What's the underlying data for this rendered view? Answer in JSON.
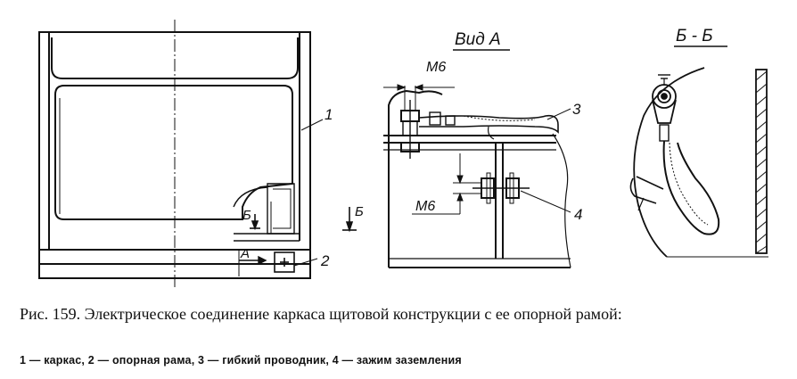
{
  "views": {
    "main": {
      "label_1": "1",
      "label_2": "2",
      "section_mark_left": "Б",
      "section_mark_right": "Б",
      "view_mark": "А"
    },
    "view_a": {
      "title": "Вид А",
      "dim_top": "М6",
      "dim_mid": "М6",
      "label_3": "3",
      "label_4": "4"
    },
    "section_bb": {
      "title": "Б - Б"
    }
  },
  "caption": {
    "text": "Рис. 159. Электрическое соединение каркаса щитовой конструкции с ее опорной рамой:",
    "legend": "1 — каркас, 2 — опорная рама, 3 — гибкий проводник, 4 — зажим заземления"
  }
}
